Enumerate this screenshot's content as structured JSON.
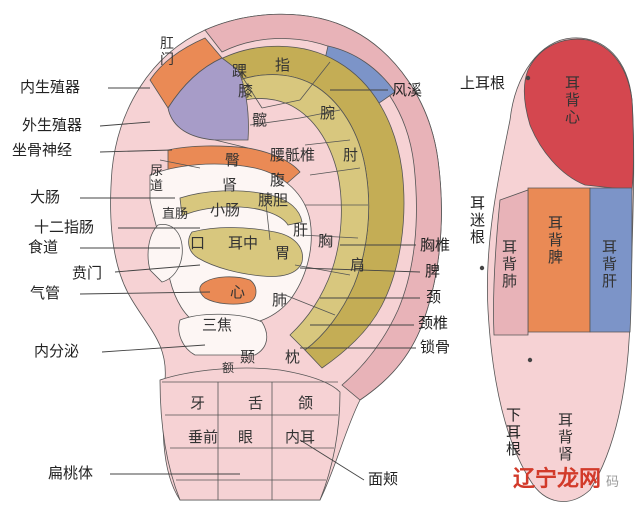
{
  "colors": {
    "skin": "#f6d2d4",
    "skin_dark": "#e8b3b8",
    "olive": "#c4ad55",
    "olive_dark": "#9d8b3a",
    "khaki": "#d8c77e",
    "lavender": "#a79cc8",
    "orange": "#ea8a55",
    "steel": "#7c94c8",
    "crimson": "#d4474f",
    "white_zone": "#fdf6f4",
    "line": "#555555",
    "watermark": "#d23a2a"
  },
  "front_labels": {
    "inner_genital": "内生殖器",
    "outer_genital": "外生殖器",
    "sciatic": "坐骨神经",
    "large_intestine": "大肠",
    "duodenum": "十二指肠",
    "esophagus": "食道",
    "cardia": "贲门",
    "trachea": "气管",
    "endocrine": "内分泌",
    "tonsil": "扁桃体",
    "wind_stream": "风溪",
    "thoracic_vertebra": "胸椎",
    "spleen": "脾",
    "neck": "颈",
    "cervical_vertebra": "颈椎",
    "clavicle": "锁骨",
    "cheek": "面颊"
  },
  "front_inner": {
    "anus": "肛门",
    "ankle": "踝",
    "toe": "指",
    "knee": "膝",
    "hip": "髋",
    "wrist": "腕",
    "urethra": "尿道",
    "buttock": "臀",
    "lumbosacral": "腰骶椎",
    "elbow": "肘",
    "kidney": "肾",
    "abdomen": "腹",
    "rectum": "直肠",
    "small_intestine": "小肠",
    "pancreas_gb": "胰胆",
    "liver": "肝",
    "mouth": "口",
    "ear_center": "耳中",
    "stomach": "胃",
    "chest": "胸",
    "shoulder": "肩",
    "heart": "心",
    "lung": "肺",
    "sanjiao": "三焦",
    "forehead": "额",
    "temple": "颞",
    "occiput": "枕",
    "teeth": "牙",
    "tongue": "舌",
    "jaw": "颌",
    "anterior_lobe": "垂前",
    "eye": "眼",
    "inner_ear": "内耳"
  },
  "back_labels": {
    "upper_root": "上耳根",
    "vagus_root": "耳迷根",
    "lower_root": "下耳根",
    "back_heart": "耳背心",
    "back_lung": "耳背肺",
    "back_spleen": "耳背脾",
    "back_liver": "耳背肝",
    "back_kidney": "耳背肾"
  },
  "watermark": "辽宁龙网",
  "watermark_suffix": "码"
}
